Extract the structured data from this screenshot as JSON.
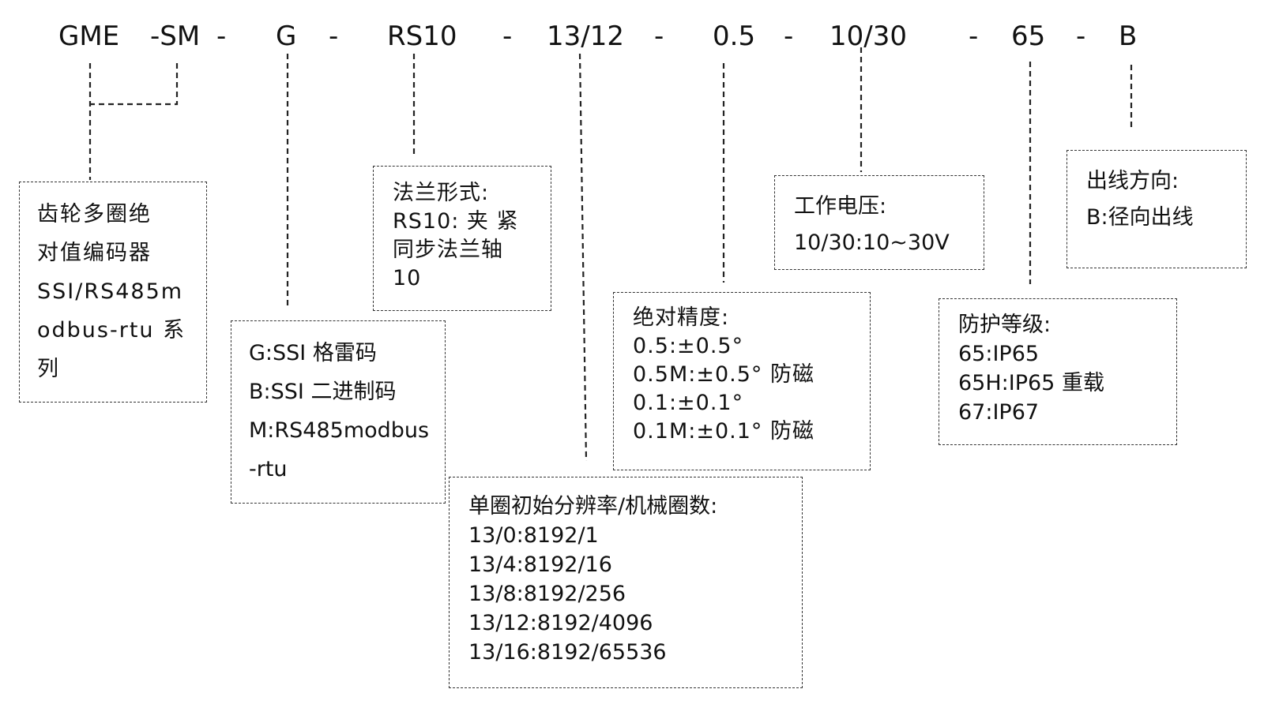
{
  "model_code": {
    "segments": [
      "GME",
      "-SM",
      "G",
      "RS10",
      "13/12",
      "0.5",
      "10/30",
      "65",
      "B"
    ],
    "separator": "-"
  },
  "boxes": {
    "series": {
      "lines": [
        "齿轮多圈绝",
        "对值编码器",
        "SSI/RS485m",
        "odbus-rtu 系",
        "列"
      ]
    },
    "output_code": {
      "lines": [
        "G:SSI 格雷码",
        "B:SSI 二进制码",
        "M:RS485modbus",
        "-rtu"
      ]
    },
    "flange": {
      "lines": [
        "法兰形式:",
        "RS10: 夹 紧",
        "同步法兰轴",
        "10"
      ]
    },
    "resolution": {
      "lines": [
        "单圈初始分辨率/机械圈数:",
        "13/0:8192/1",
        "13/4:8192/16",
        "13/8:8192/256",
        "13/12:8192/4096",
        "13/16:8192/65536"
      ]
    },
    "accuracy": {
      "lines": [
        "绝对精度:",
        "0.5:±0.5°",
        "0.5M:±0.5° 防磁",
        "0.1:±0.1°",
        "0.1M:±0.1° 防磁"
      ]
    },
    "voltage": {
      "lines": [
        "工作电压:",
        "10/30:10~30V"
      ]
    },
    "protection": {
      "lines": [
        "防护等级:",
        "65:IP65",
        "65H:IP65 重载",
        "67:IP67"
      ]
    },
    "outlet": {
      "lines": [
        "出线方向:",
        "B:径向出线"
      ]
    }
  }
}
